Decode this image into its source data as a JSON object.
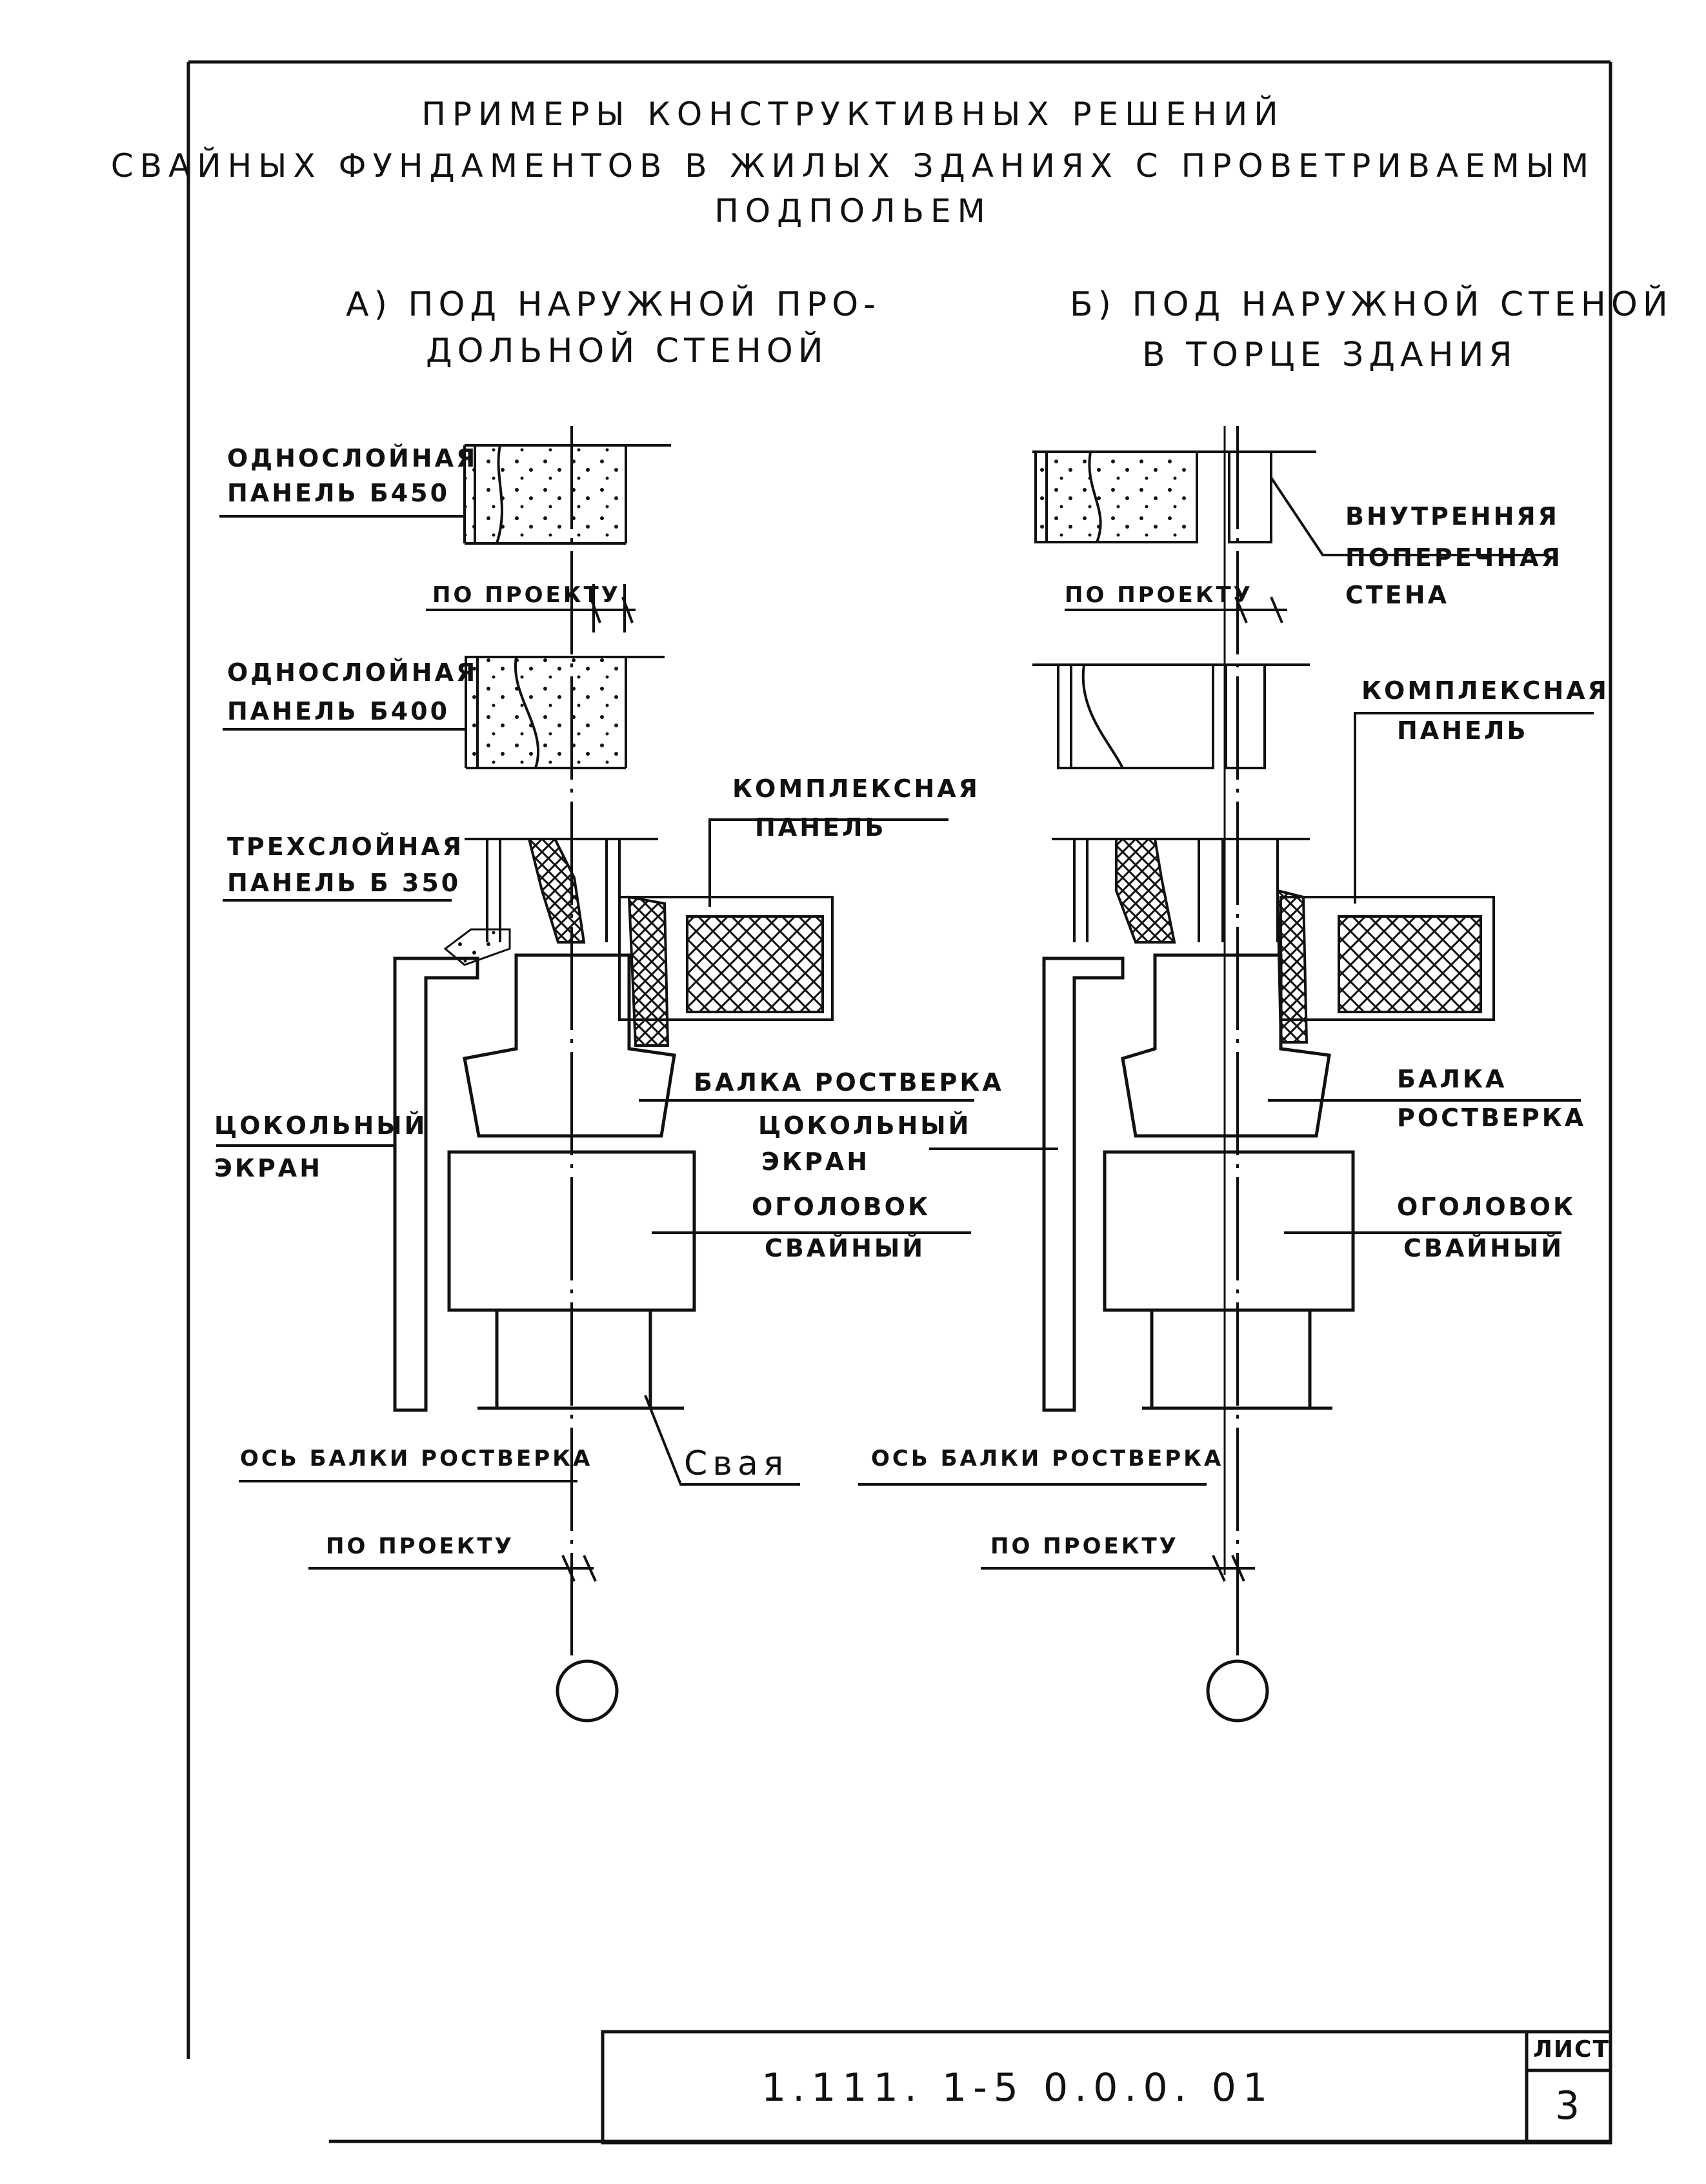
{
  "title": {
    "line1": "Примеры конструктивных решений",
    "line2": "свайных фундаментов в жилых зданиях с проветриваемым",
    "line3": "подпольем"
  },
  "variant_a": {
    "caption_line1": "а) под наружной про-",
    "caption_line2": "дольной стеной",
    "panel_450_line1": "однослойная",
    "panel_450_line2": "панель б450",
    "by_project_top": "по проекту",
    "panel_400_line1": "однослойная",
    "panel_400_line2": "панель б400",
    "panel_350_line1": "трехслойная",
    "panel_350_line2": "панель б 350",
    "complex_panel_line1": "комплексная",
    "complex_panel_line2": "панель",
    "grillage_beam": "балка ростверка",
    "plinth_screen_line1": "цокольный",
    "plinth_screen_line2": "экран",
    "pile_cap_line1": "оголовок",
    "pile_cap_line2": "свайный",
    "beam_axis": "ось балки ростверка",
    "pile": "Свая",
    "by_project_bottom": "по проекту"
  },
  "variant_b": {
    "caption_line1": "б) под наружной стеной",
    "caption_line2": "в торце здания",
    "inner_wall_line1": "внутренняя",
    "inner_wall_line2": "поперечная",
    "inner_wall_line3": "стена",
    "by_project_top": "по проекту",
    "complex_panel_line1": "комплексная",
    "complex_panel_line2": "панель",
    "grillage_beam_line1": "балка",
    "grillage_beam_line2": "ростверка",
    "plinth_screen_line1": "цокольный",
    "plinth_screen_line2": "экран",
    "pile_cap_line1": "оголовок",
    "pile_cap_line2": "свайный",
    "beam_axis": "ось балки ростверка",
    "by_project_bottom": "по проекту"
  },
  "stamp": {
    "code": "1.111. 1-5 0.0.0. 01",
    "sheet_label": "лист",
    "sheet_number": "3"
  }
}
